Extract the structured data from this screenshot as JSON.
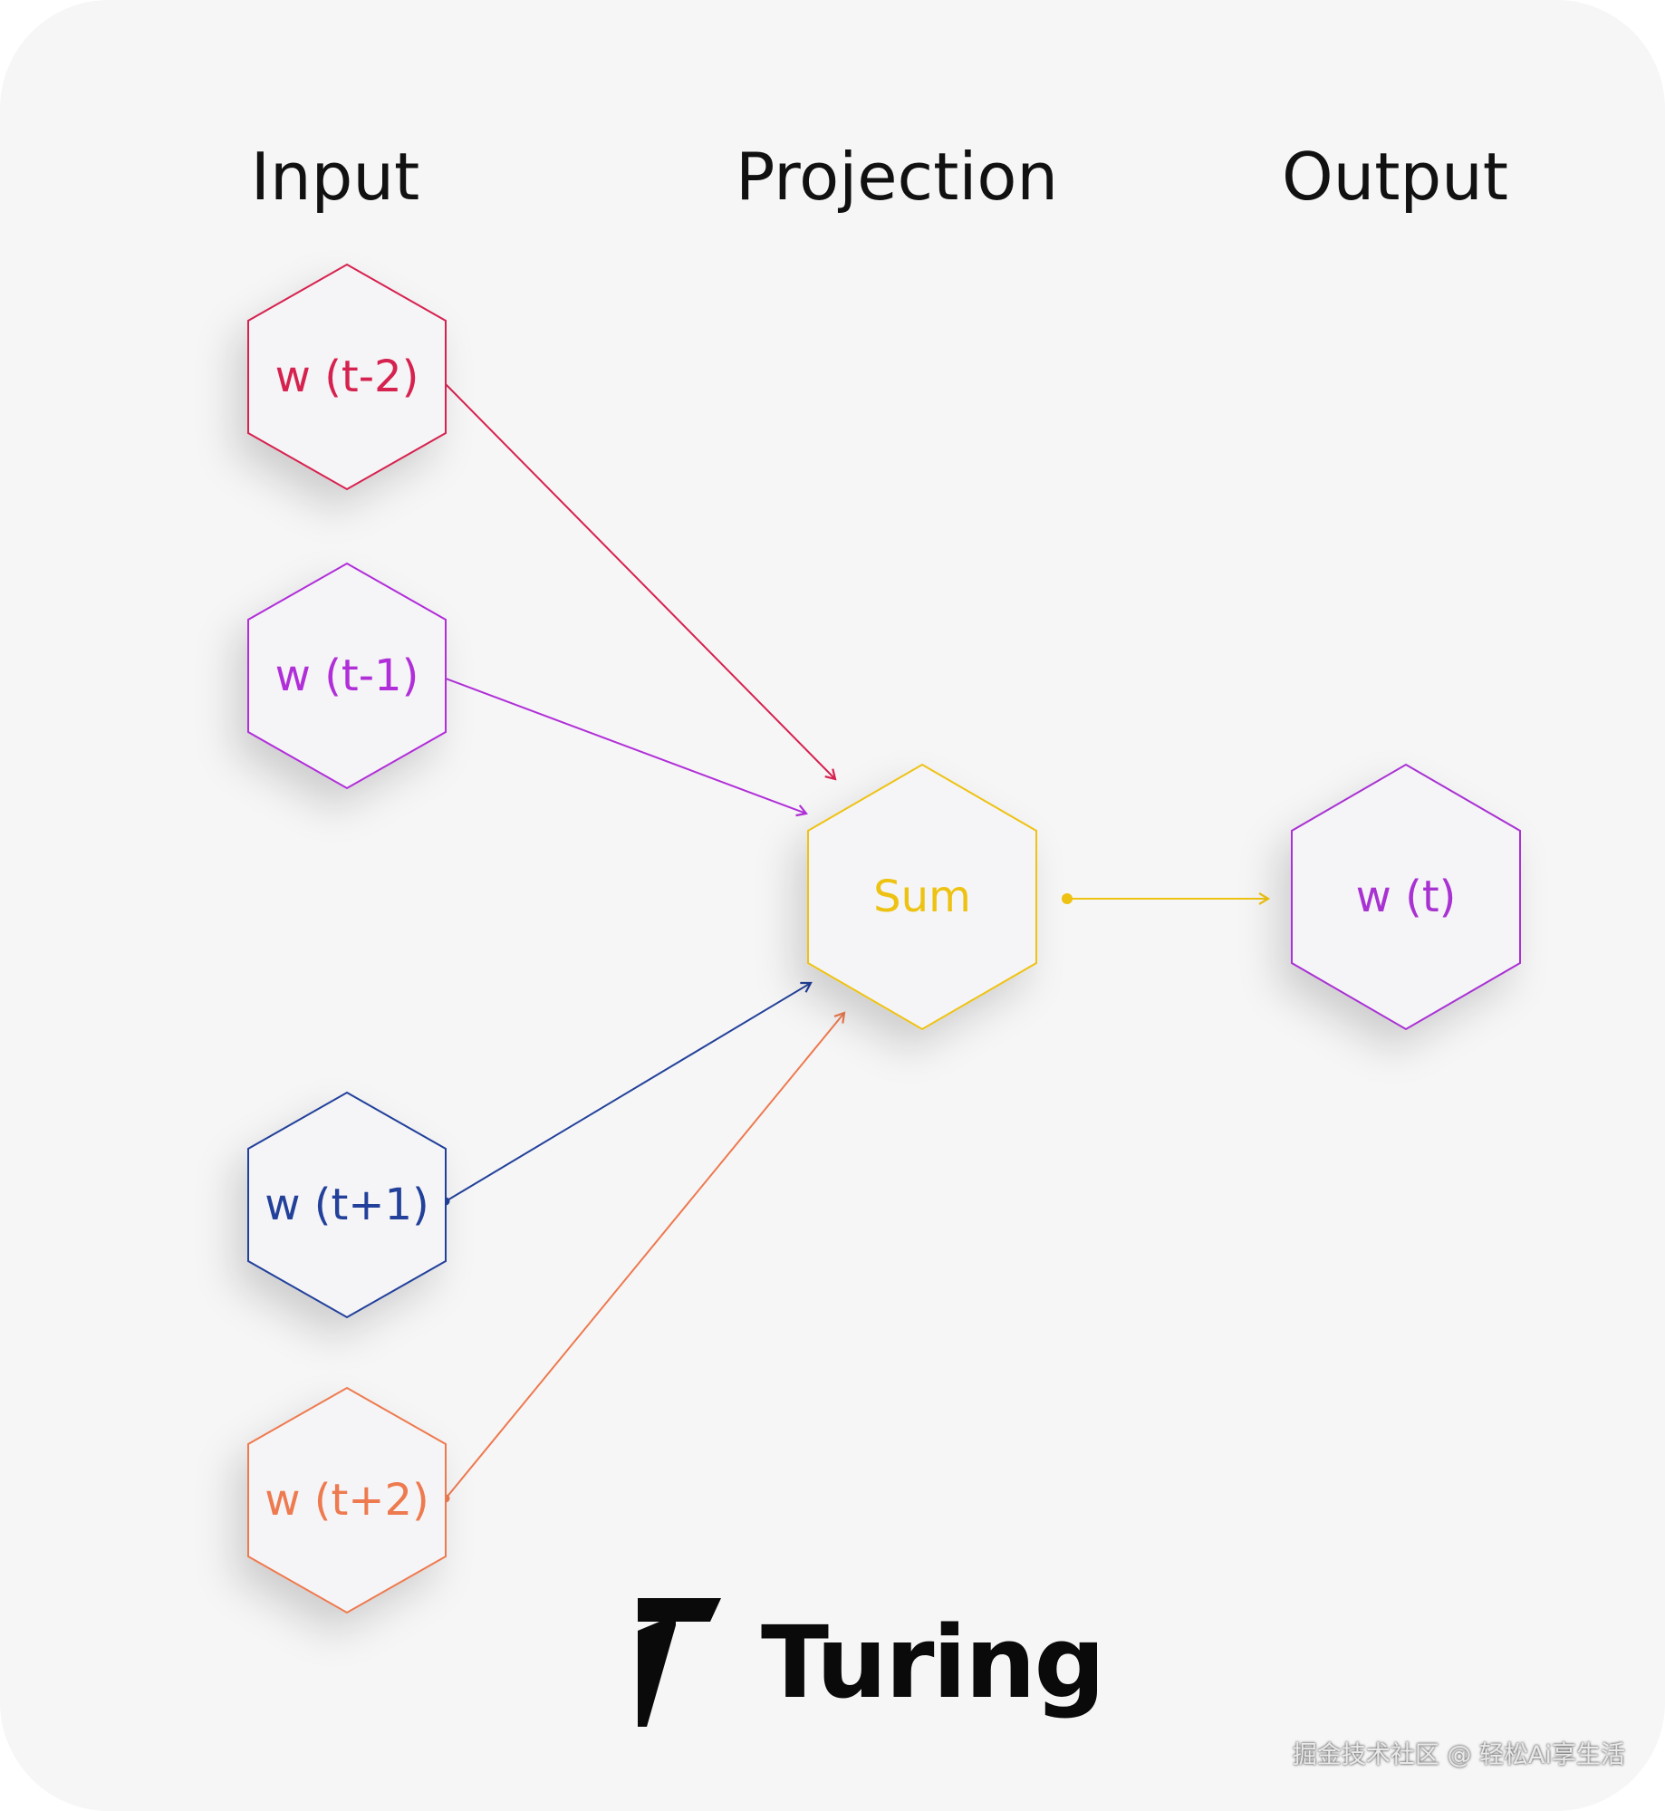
{
  "columns": {
    "input": "Input",
    "projection": "Projection",
    "output": "Output"
  },
  "nodes": {
    "w_t_minus_2": {
      "label": "w (t-2)",
      "color": "#d6224f"
    },
    "w_t_minus_1": {
      "label": "w (t-1)",
      "color": "#b12fd8"
    },
    "w_t_plus_1": {
      "label": "w (t+1)",
      "color": "#23419a"
    },
    "w_t_plus_2": {
      "label": "w (t+2)",
      "color": "#ee7a4f"
    },
    "sum": {
      "label": "Sum",
      "color": "#eec212"
    },
    "w_t": {
      "label": "w (t)",
      "color": "#a932d2"
    }
  },
  "logo": {
    "text": "Turing"
  },
  "watermark": "掘金技术社区 @ 轻松Ai享生活"
}
